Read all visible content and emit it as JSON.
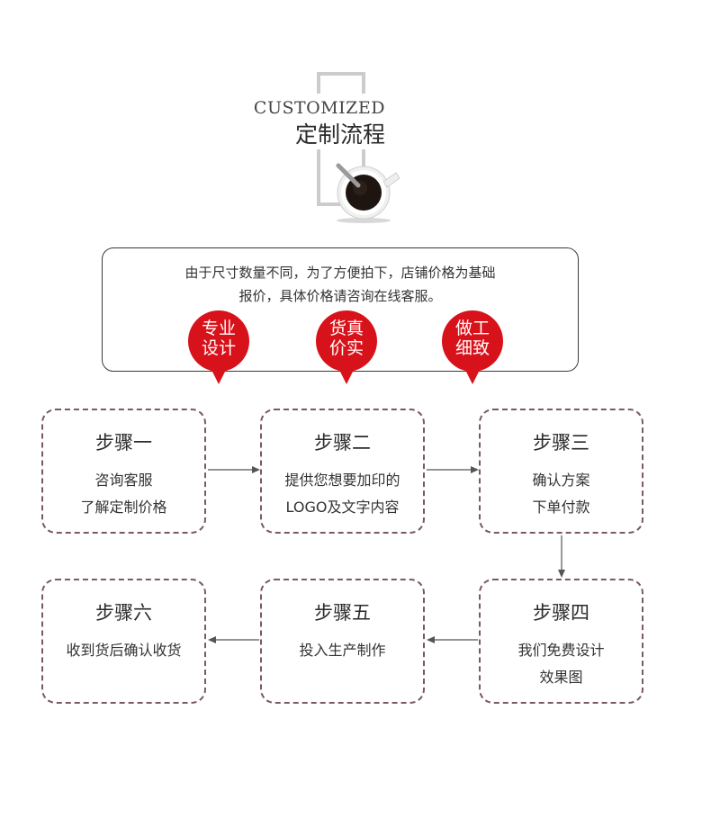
{
  "header": {
    "title_en": "CUSTOMIZED",
    "title_cn": "定制流程",
    "cup_icon": "coffee-cup-icon"
  },
  "notice": {
    "line1": "由于尺寸数量不同，为了方便拍下，店铺价格为基础",
    "line2": "报价，具体价格请咨询在线客服。"
  },
  "badges": [
    {
      "line1": "专业",
      "line2": "设计"
    },
    {
      "line1": "货真",
      "line2": "价实"
    },
    {
      "line1": "做工",
      "line2": "细致"
    }
  ],
  "steps": [
    {
      "title": "步骤一",
      "line1": "咨询客服",
      "line2": "了解定制价格"
    },
    {
      "title": "步骤二",
      "line1": "提供您想要加印的",
      "line2": "LOGO及文字内容"
    },
    {
      "title": "步骤三",
      "line1": "确认方案",
      "line2": "下单付款"
    },
    {
      "title": "步骤四",
      "line1": "我们免费设计",
      "line2": "效果图"
    },
    {
      "title": "步骤五",
      "line1": "投入生产制作",
      "line2": ""
    },
    {
      "title": "步骤六",
      "line1": "收到货后确认收货",
      "line2": ""
    }
  ],
  "colors": {
    "badge_red": "#d8121a",
    "step_border": "#7a5a5e",
    "frame_gray": "#cccccc"
  }
}
